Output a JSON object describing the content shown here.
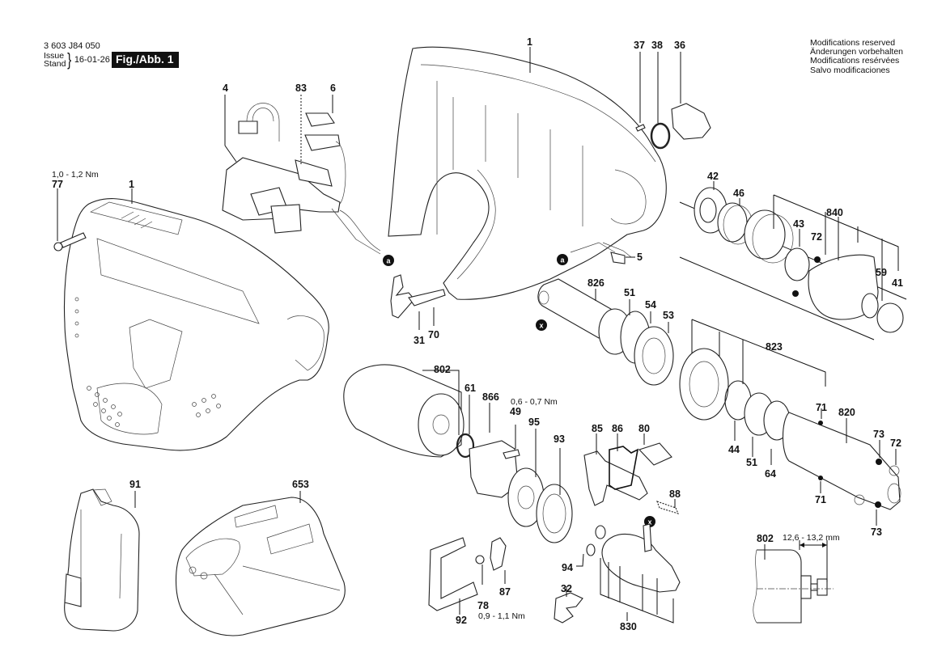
{
  "header": {
    "doc_number": "3 603 J84 050",
    "issue_label_en": "Issue",
    "issue_label_de": "Stand",
    "issue_date": "16-01-26",
    "figure_label": "Fig./Abb. 1"
  },
  "notice": {
    "en": "Modifications reserved",
    "de": "Änderungen vorbehalten",
    "fr": "Modifications resérvées",
    "es": "Salvo modificaciones"
  },
  "parts": {
    "p1a": "1",
    "p1b": "1",
    "p4": "4",
    "p83": "83",
    "p6": "6",
    "p77": "77",
    "p37": "37",
    "p38": "38",
    "p36": "36",
    "p5": "5",
    "p42": "42",
    "p46": "46",
    "p840": "840",
    "p43": "43",
    "p72a": "72",
    "p59": "59",
    "p41": "41",
    "p826": "826",
    "p51a": "51",
    "p54": "54",
    "p53": "53",
    "p31": "31",
    "p70": "70",
    "p802a": "802",
    "p61": "61",
    "p866": "866",
    "p49": "49",
    "p95": "95",
    "p93": "93",
    "p823": "823",
    "p71a": "71",
    "p820": "820",
    "p73a": "73",
    "p72b": "72",
    "p44": "44",
    "p51b": "51",
    "p64": "64",
    "p71b": "71",
    "p73b": "73",
    "p85": "85",
    "p86": "86",
    "p80": "80",
    "p88": "88",
    "p91": "91",
    "p653": "653",
    "p92": "92",
    "p78": "78",
    "p87": "87",
    "p94": "94",
    "p32": "32",
    "p830": "830",
    "p802b": "802"
  },
  "torques": {
    "t77": "1,0 - 1,2 Nm",
    "t49": "0,6 - 0,7 Nm",
    "t78": "0,9 - 1,1 Nm"
  },
  "dimension": {
    "motor_pinion": "12,6 - 13,2 mm"
  },
  "connection_markers": {
    "a": "a",
    "x": "x"
  }
}
